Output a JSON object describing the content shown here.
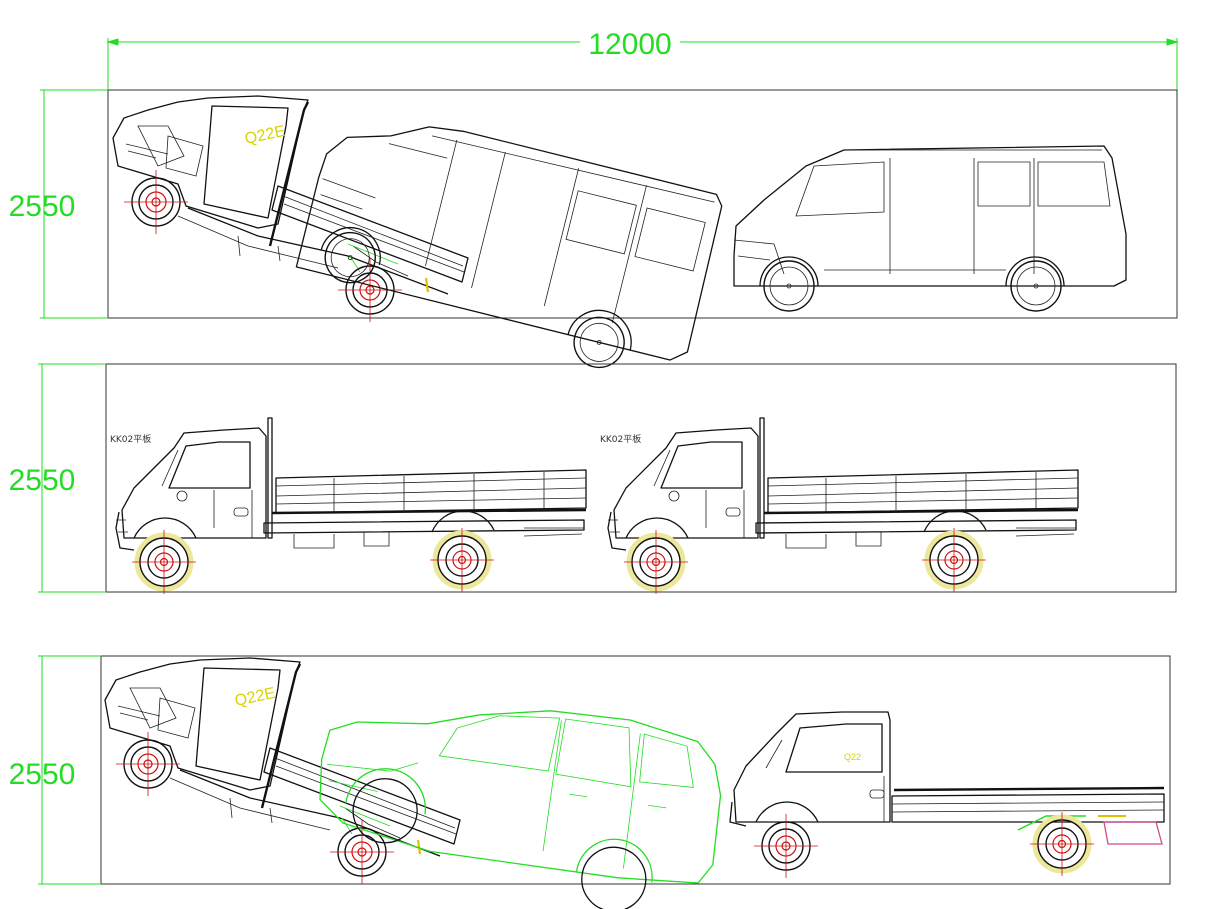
{
  "dimensions": {
    "overall_length": "12000",
    "row1_height": "2550",
    "row2_height": "2550",
    "row3_height": "2550"
  },
  "labels": {
    "row1_truck_tag": "Q22E",
    "row2_truck1_note": "KK02平板",
    "row2_truck2_note": "KK02平板",
    "row3_truck_tag": "Q22E",
    "row3_right_truck_tag": "Q22"
  },
  "colors": {
    "dimension": "#22dd22",
    "outline": "#111111",
    "loaded_vehicle": "#22dd22",
    "wheel_center": "#cc1111",
    "tire_highlight": "#ece79a",
    "tag_text": "#d8d400"
  }
}
